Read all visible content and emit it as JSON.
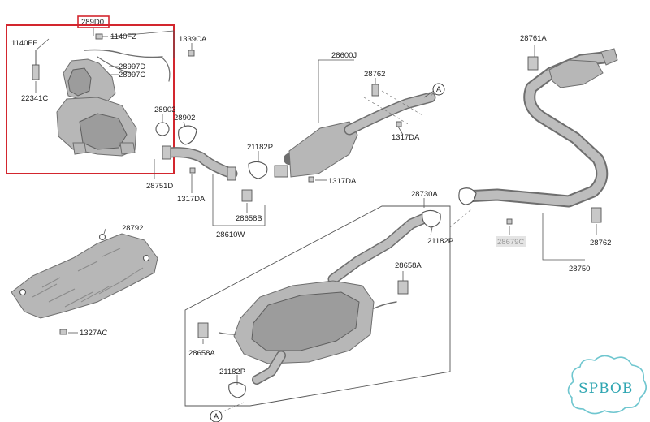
{
  "highlight_code": "289D0",
  "labels": {
    "l_1140FF": "1140FF",
    "l_1140FZ": "1140FZ",
    "l_1339CA": "1339CA",
    "l_28997D": "28997D",
    "l_28997C": "28997C",
    "l_22341C": "22341C",
    "l_28903": "28903",
    "l_28902": "28902",
    "l_28751D": "28751D",
    "l_1317DA_a": "1317DA",
    "l_21182P_a": "21182P",
    "l_28658B": "28658B",
    "l_28610W": "28610W",
    "l_1317DA_b": "1317DA",
    "l_28600J": "28600J",
    "l_28762_a": "28762",
    "l_1317DA_c": "1317DA",
    "l_28761A": "28761A",
    "l_28730A": "28730A",
    "l_21182P_b": "21182P",
    "l_28679C": "28679C",
    "l_28762_b": "28762",
    "l_28750": "28750",
    "l_28792": "28792",
    "l_1327AC": "1327AC",
    "l_28658A_a": "28658A",
    "l_28658A_b": "28658A",
    "l_21182P_c": "21182P"
  },
  "ref_markers": {
    "top": "A",
    "bottom": "A"
  },
  "watermark": "SPBOB"
}
